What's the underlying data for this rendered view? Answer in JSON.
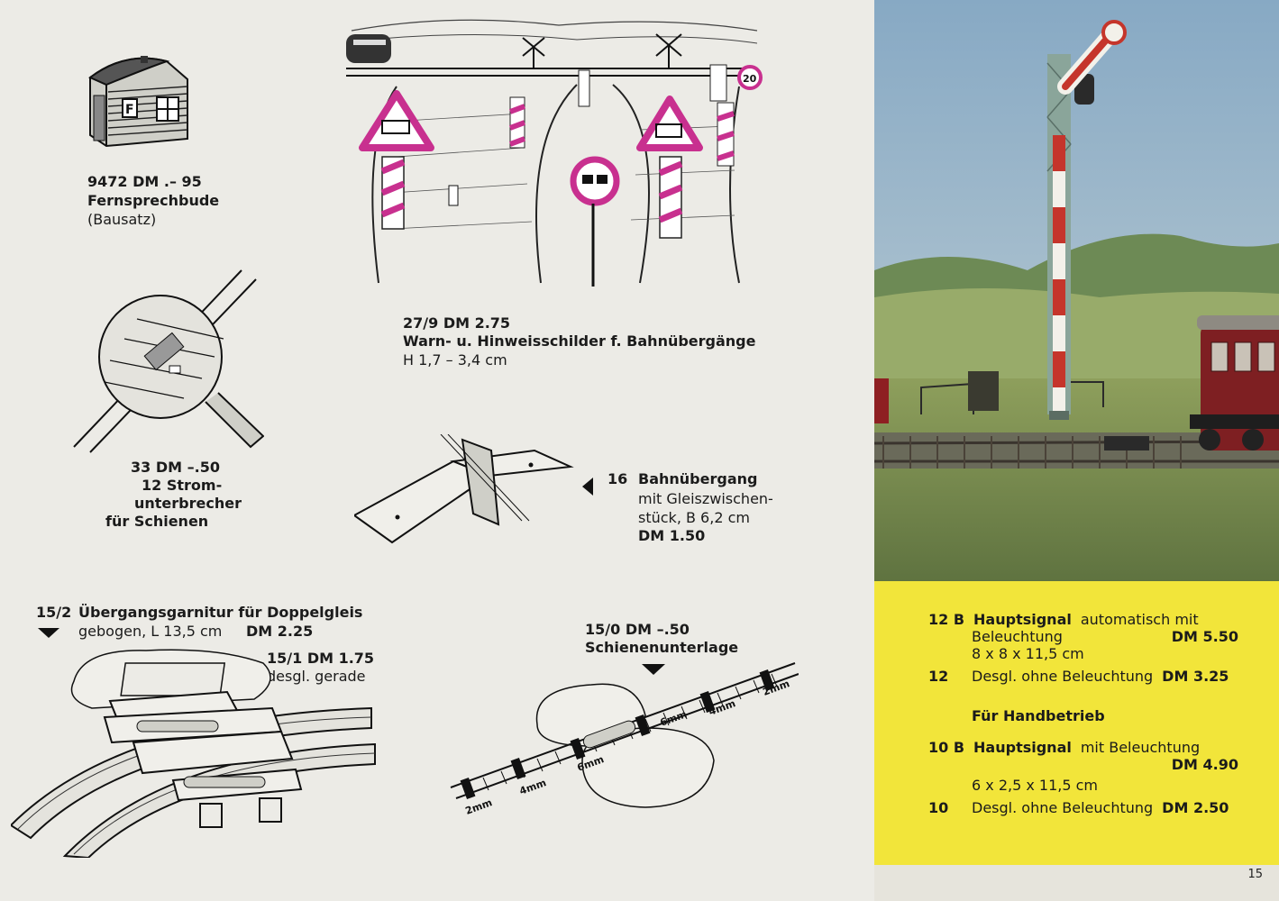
{
  "page_number": "15",
  "items": {
    "fernsprechbude": {
      "number_price": "9472   DM .– 95",
      "name": "Fernsprechbude",
      "note": "(Bausatz)"
    },
    "warnschilder": {
      "number_price": "27/9   DM 2.75",
      "name": "Warn- u. Hinweisschilder f. Bahnübergänge",
      "size": "H 1,7 – 3,4 cm",
      "sign_20": "20"
    },
    "stromunterbrecher": {
      "line1": "33   DM –.50",
      "line2": "12 Strom-",
      "line3": "unterbrecher",
      "line4": "für Schienen"
    },
    "bahnuebergang": {
      "number": "16",
      "name": "Bahnübergang",
      "line2": "mit Gleiszwischen-",
      "line3": "stück, B 6,2 cm",
      "price": "DM 1.50"
    },
    "uebergangsgarnitur": {
      "number": "15/2",
      "name": "Übergangsgarnitur für Doppelgleis",
      "line2": "gebogen, L 13,5 cm",
      "price": "DM 2.25",
      "alt_number_price": "15/1 DM 1.75",
      "alt_desc": "desgl. gerade"
    },
    "schienenunterlage": {
      "number_price": "15/0 DM –.50",
      "name": "Schienenunterlage",
      "marks": [
        "2mm",
        "4mm",
        "6mm",
        "6mm",
        "4mm",
        "2mm"
      ]
    }
  },
  "panel": {
    "l1_num": "12 B",
    "l1_name": "Hauptsignal",
    "l1_desc": "automatisch  mit",
    "l2_desc": "Beleuchtung",
    "l2_price": "DM 5.50",
    "l3_size": "8 x 8 x 11,5 cm",
    "l4_num": "12",
    "l4_desc": "Desgl. ohne Beleuchtung",
    "l4_price": "DM 3.25",
    "heading": "Für Handbetrieb",
    "l5_num": "10 B",
    "l5_name": "Hauptsignal",
    "l5_desc": "mit  Beleuchtung",
    "l6_price": "DM 4.90",
    "l7_size": "6  x  2,5  x  11,5 cm",
    "l8_num": "10",
    "l8_desc": "Desgl. ohne Beleuchtung",
    "l8_price": "DM 2.50"
  },
  "colors": {
    "panel_yellow": "#f2e53a",
    "sign_magenta": "#c8308f",
    "ink": "#1b1b1b",
    "paper": "#ecebe6"
  }
}
